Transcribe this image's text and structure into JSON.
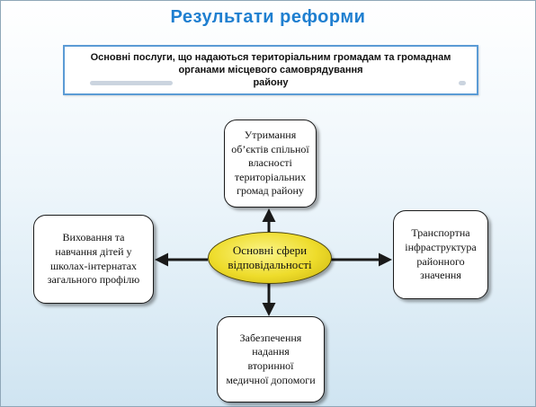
{
  "title": "Результати реформи",
  "header": {
    "line1": "Основні послуги, що надаються територіальним громадам та громаднам",
    "line2": "органами місцевого самоврядування",
    "line3": "району"
  },
  "center": {
    "line1": "Основні сфери",
    "line2": "відповідальності"
  },
  "nodes": {
    "top": [
      "Утримання",
      "об’єктів спільної",
      "власності",
      "територіальних",
      "громад району"
    ],
    "left": [
      "Виховання та",
      "навчання дітей у",
      "школах-інтернатах",
      "загального профілю"
    ],
    "right": [
      "Транспортна",
      "інфраструктура",
      "районного",
      "значення"
    ],
    "bottom": [
      "Забезпечення",
      "надання",
      "вторинної",
      "медичної допомоги"
    ]
  },
  "colors": {
    "title": "#1f7fd0",
    "header_border": "#5b9bd5",
    "center_fill": "#eedc2b",
    "arrow": "#1a1a1a"
  }
}
